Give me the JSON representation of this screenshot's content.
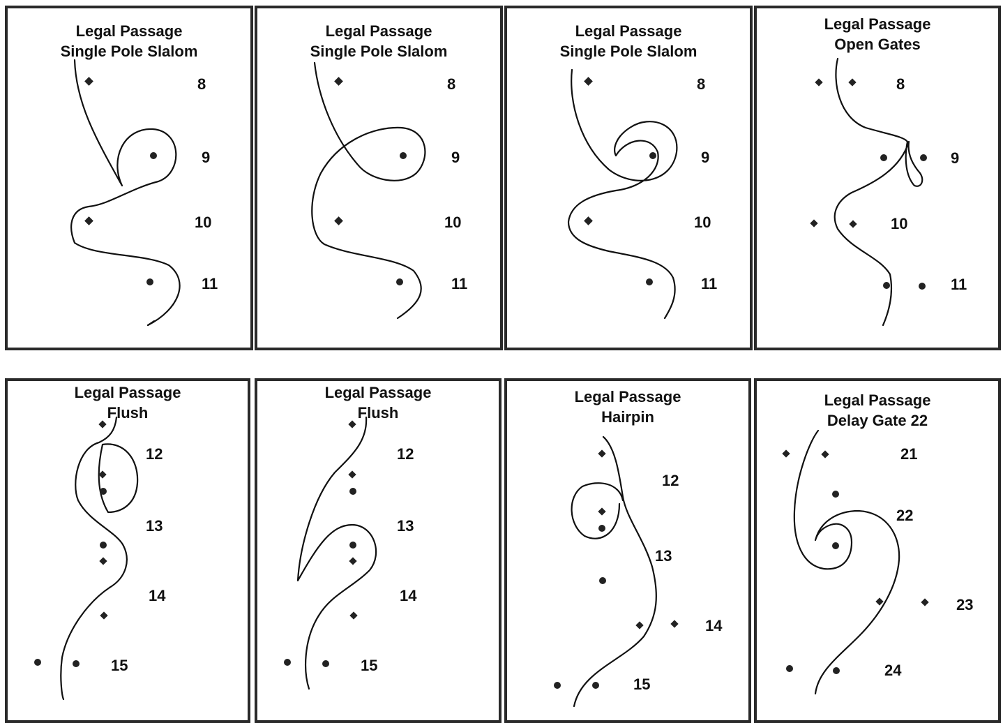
{
  "panels": [
    {
      "title1": "Legal Passage",
      "title2": "Single Pole Slalom",
      "gates": [
        "8",
        "9",
        "10",
        "11"
      ]
    },
    {
      "title1": "Legal Passage",
      "title2": "Single Pole Slalom",
      "gates": [
        "8",
        "9",
        "10",
        "11"
      ]
    },
    {
      "title1": "Legal Passage",
      "title2": "Single Pole Slalom",
      "gates": [
        "8",
        "9",
        "10",
        "11"
      ]
    },
    {
      "title1": "Legal Passage",
      "title2": "Open Gates",
      "gates": [
        "8",
        "9",
        "10",
        "11"
      ]
    },
    {
      "title1": "Legal Passage",
      "title2": "Flush",
      "gates": [
        "12",
        "13",
        "14",
        "15"
      ]
    },
    {
      "title1": "Legal Passage",
      "title2": "Flush",
      "gates": [
        "12",
        "13",
        "14",
        "15"
      ]
    },
    {
      "title1": "Legal Passage",
      "title2": "Hairpin",
      "gates": [
        "12",
        "13",
        "14",
        "15"
      ]
    },
    {
      "title1": "Legal Passage",
      "title2": "Delay Gate 22",
      "gates": [
        "21",
        "22",
        "23",
        "24"
      ]
    }
  ]
}
